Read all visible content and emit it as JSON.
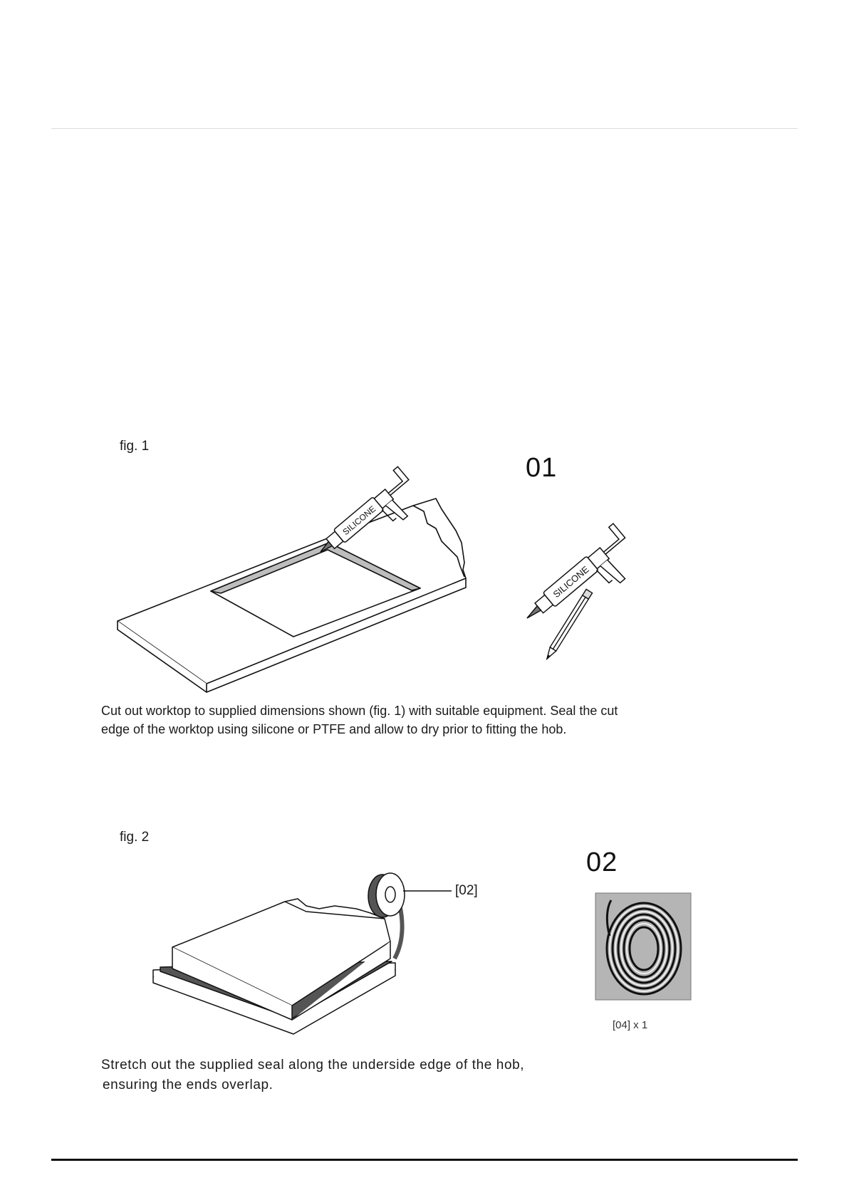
{
  "step1": {
    "fig_label": "fig. 1",
    "number": "01",
    "gun_label": "SILICONE",
    "caption_line1": "Cut out worktop to supplied dimensions shown (fig. 1) with suitable equipment. Seal the cut",
    "caption_line2": "edge of the worktop using silicone or PTFE and allow to dry prior to fitting the hob."
  },
  "step2": {
    "fig_label": "fig. 2",
    "number": "02",
    "part_callout": "[02]",
    "part_quantity": "[04] x 1",
    "caption_line1": "Stretch out the supplied seal along the underside edge  of the hob,",
    "caption_line2": "ensuring the  ends overlap."
  },
  "colors": {
    "line": "#111111",
    "seal_fill": "#b5b5b5",
    "dark_seal": "#555555",
    "rule": "#dcdcdc"
  },
  "icons": [
    "silicone-gun-icon",
    "pencil-icon",
    "worktop-illustration",
    "hob-illustration",
    "seal-roll-icon",
    "seal-coil-icon"
  ]
}
